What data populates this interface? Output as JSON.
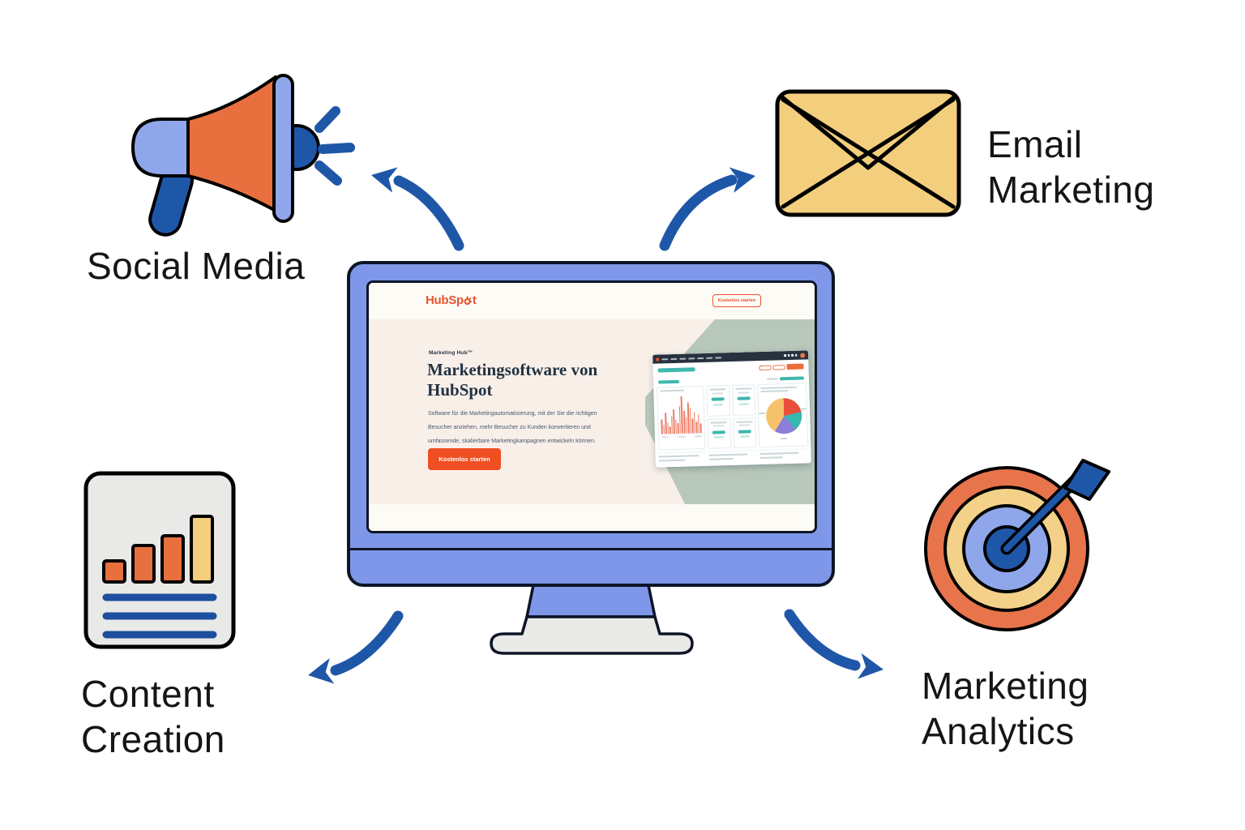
{
  "diagram": {
    "labels": {
      "social_media": "Social Media",
      "email_line1": "Email",
      "email_line2": "Marketing",
      "content_line1": "Content",
      "content_line2": "Creation",
      "analytics_line1": "Marketing",
      "analytics_line2": "Analytics"
    },
    "icons": {
      "social_media": "megaphone-icon",
      "email_marketing": "envelope-icon",
      "content_creation": "bar-chart-document-icon",
      "marketing_analytics": "target-dart-icon"
    }
  },
  "screen": {
    "header": {
      "logo_prefix": "HubSp",
      "logo_suffix": "t",
      "cta_label": "Kostenlos starten"
    },
    "hero": {
      "eyebrow": "Marketing Hub™",
      "heading_line1": "Marketingsoftware von",
      "heading_line2": "HubSpot",
      "body_line1": "Software für die Marketingautomatisierung, mit der Sie die richtigen",
      "body_line2": "Besucher anziehen, mehr Besucher zu Kunden konvertieren und",
      "body_line3": "umfassende, skalierbare Marketingkampagnen entwickeln können.",
      "cta_label": "Kostenlos starten"
    },
    "dashboard": {
      "bar_values": [
        38,
        22,
        55,
        30,
        18,
        45,
        62,
        35,
        28,
        70,
        95,
        58,
        42,
        80,
        65,
        38,
        55,
        30,
        48,
        25
      ],
      "pie_slices": [
        {
          "color": "#e8503a",
          "deg": 78
        },
        {
          "color": "#36b8ae",
          "deg": 62
        },
        {
          "color": "#8b7fd9",
          "deg": 72
        },
        {
          "color": "#f5c26b",
          "deg": 148
        }
      ]
    }
  },
  "colors": {
    "arrow_blue": "#1f57a8",
    "light_blue": "#7e97e8",
    "icon_orange": "#e8703f",
    "icon_yellow": "#f3cf7d",
    "sage_green": "#b7c7b9",
    "hero_pink": "#f9efe9",
    "hubspot_orange": "#e8552f",
    "cta_orange": "#f04f23",
    "dashboard_teal": "#3fb7ae",
    "dashboard_navy": "#27313f",
    "outline_black": "#0d1526"
  }
}
